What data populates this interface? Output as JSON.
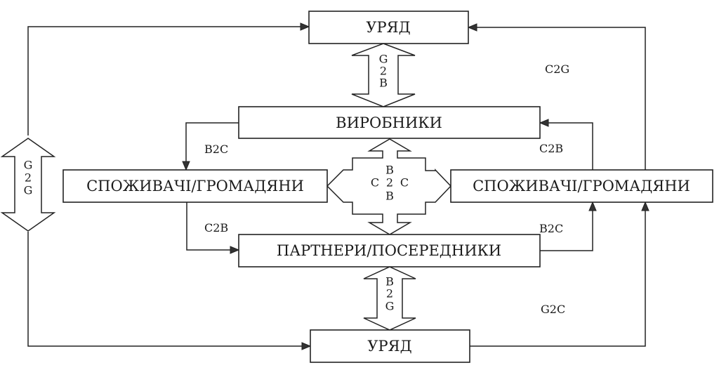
{
  "nodes": {
    "government_top": "УРЯД",
    "producers": "ВИРОБНИКИ",
    "consumers_left": "СПОЖИВАЧІ/ГРОМАДЯНИ",
    "consumers_right": "СПОЖИВАЧІ/ГРОМАДЯНИ",
    "partners": "ПАРТНЕРИ/ПОСЕРЕДНИКИ",
    "government_bottom": "УРЯД"
  },
  "double_arrows": {
    "g2b": [
      "G",
      "2",
      "B"
    ],
    "b2g": [
      "B",
      "2",
      "G"
    ],
    "g2g": [
      "G",
      "2",
      "G"
    ],
    "cross": {
      "top": "B",
      "left": "C",
      "middle": "2",
      "right": "C",
      "bottom": "B"
    }
  },
  "edge_labels": {
    "c2g": "C2G",
    "b2c_left": "B2C",
    "c2b_right": "C2B",
    "c2b_left": "C2B",
    "b2c_right": "B2C",
    "g2c": "G2C"
  },
  "colors": {
    "line": "#222222",
    "background": "#ffffff"
  }
}
